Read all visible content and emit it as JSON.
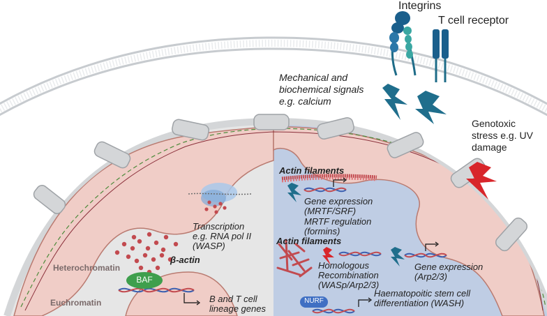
{
  "receptors": {
    "integrins": "Integrins",
    "tcr": "T cell receptor"
  },
  "signals": {
    "line1": "Mechanical and",
    "line2": "biochemical signals",
    "line3": "e.g. calcium"
  },
  "stress": {
    "line1": "Genotoxic",
    "line2": "stress e.g. UV",
    "line3": "damage"
  },
  "left": {
    "transcription": [
      "Transcription",
      "e.g. RNA pol II",
      "(WASP)"
    ],
    "beta_actin": "β-actin",
    "heterochromatin": "Heterochromatin",
    "euchromatin": "Euchromatin",
    "baf": "BAF",
    "lineage": [
      "B and T cell",
      "lineage genes"
    ]
  },
  "right": {
    "actin1": "Actin filaments",
    "gene_expr1": [
      "Gene expression",
      "(MRTF/SRF)"
    ],
    "mrtf": [
      "MRTF regulation",
      "(formins)"
    ],
    "actin2": "Actin filaments",
    "hr": [
      "Homologous",
      "Recombination",
      "(WASp/Arp2/3)"
    ],
    "gene_expr2": [
      "Gene expression",
      "(Arp2/3)"
    ],
    "nurf": "NURF",
    "hsc": [
      "Haematopoitic stem cell",
      "differentiation  (WASH)"
    ]
  },
  "colors": {
    "membrane": "#c7cbcf",
    "nucleus_left": "#e6e6e6",
    "nucleus_right": "#bfcde4",
    "chromatin": "#f0cdc7",
    "chromatin_edge": "#b97a70",
    "dot": "#c24a4f",
    "bolt_blue": "#1f6e8c",
    "bolt_red": "#d8262b",
    "baf": "#3e9f4d",
    "nurf": "#3f6fc3"
  }
}
